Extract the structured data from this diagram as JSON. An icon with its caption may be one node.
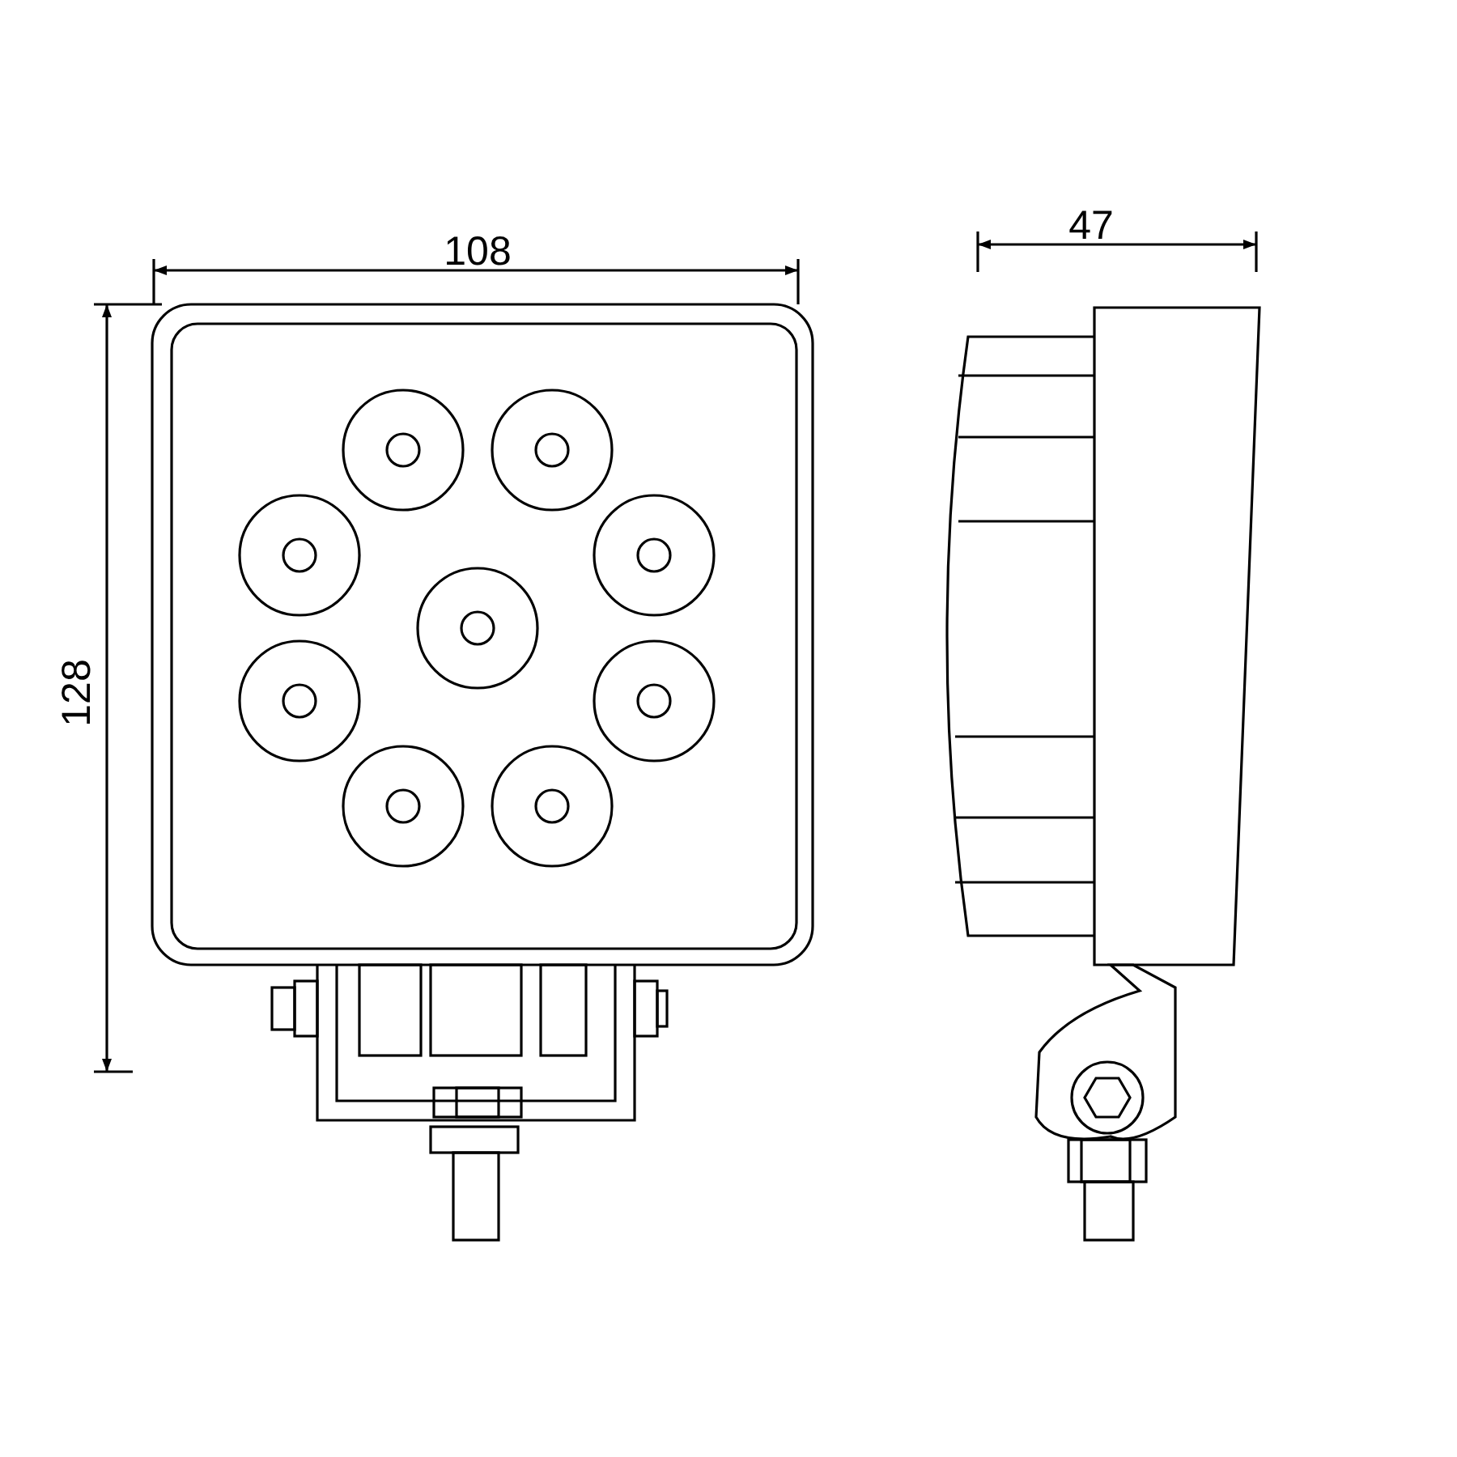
{
  "diagram": {
    "labels": [
      "108",
      "47",
      "128"
    ]
  }
}
